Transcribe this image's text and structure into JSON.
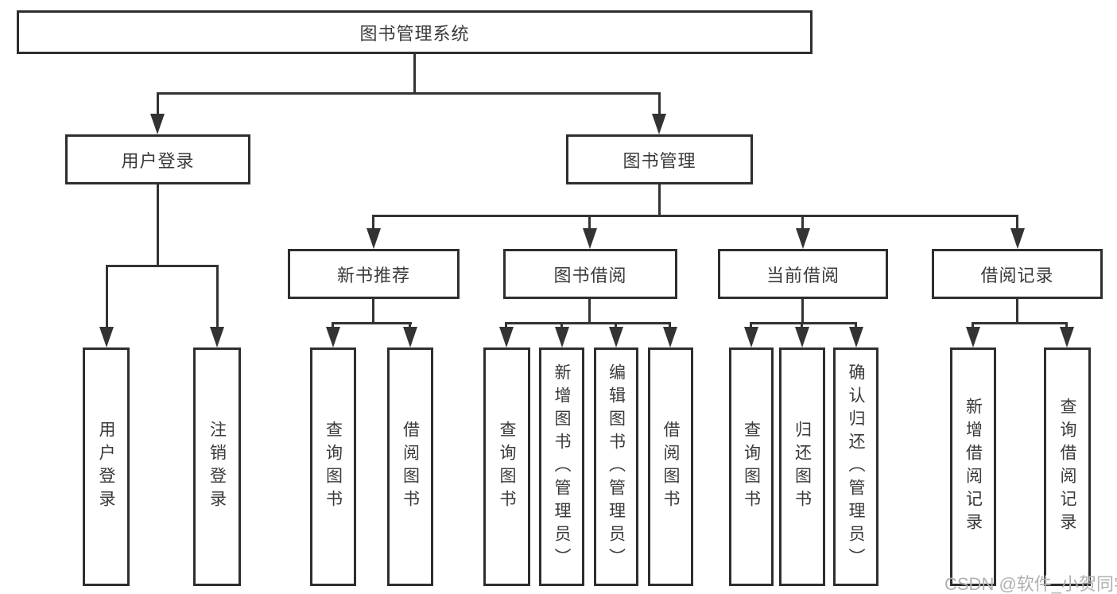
{
  "colors": {
    "line": "#333333",
    "box_border": "#2e2e2e",
    "box_fill": "#ffffff",
    "text": "#3a3a3a",
    "watermark": "#b0b0b0",
    "background": "#ffffff"
  },
  "diagram": {
    "root": {
      "label": "图书管理系统"
    },
    "branches": [
      {
        "label": "用户登录",
        "children": [
          {
            "label": "用户登录"
          },
          {
            "label": "注销登录"
          }
        ]
      },
      {
        "label": "图书管理",
        "children": [
          {
            "label": "新书推荐",
            "children": [
              {
                "label": "查询图书"
              },
              {
                "label": "借阅图书"
              }
            ]
          },
          {
            "label": "图书借阅",
            "children": [
              {
                "label": "查询图书"
              },
              {
                "label": "新增图书（管理员）"
              },
              {
                "label": "编辑图书（管理员）"
              },
              {
                "label": "借阅图书"
              }
            ]
          },
          {
            "label": "当前借阅",
            "children": [
              {
                "label": "查询图书"
              },
              {
                "label": "归还图书"
              },
              {
                "label": "确认归还（管理员）"
              }
            ]
          },
          {
            "label": "借阅记录",
            "children": [
              {
                "label": "新增借阅记录"
              },
              {
                "label": "查询借阅记录"
              }
            ]
          }
        ]
      }
    ]
  },
  "watermark": {
    "text": "CSDN @软件_小贺同学"
  }
}
